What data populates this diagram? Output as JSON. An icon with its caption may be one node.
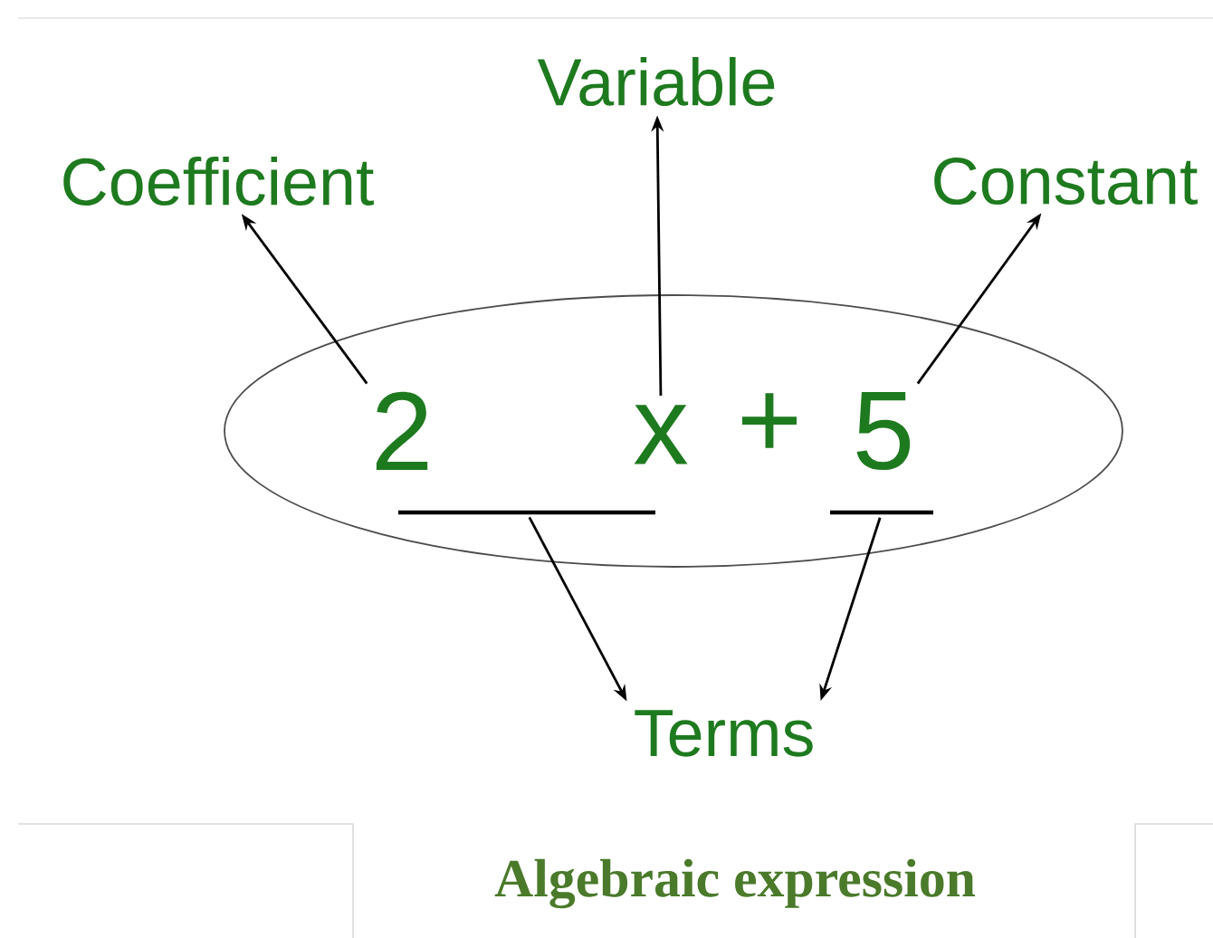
{
  "diagram": {
    "title": "Algebraic expression",
    "nodes": [
      {
        "text": [
          "Variable"
        ]
      },
      {
        "text": [
          "Coefficient"
        ]
      },
      {
        "text": [
          "Constant"
        ]
      },
      {
        "text": [],
        "shape": "ellipse"
      },
      {
        "text": [
          "2"
        ],
        "in": 3
      },
      {
        "text": [
          "x"
        ],
        "in": 3
      },
      {
        "text": [
          "5"
        ],
        "in": 3
      },
      {
        "text": [],
        "shape": "bar",
        "in": 3
      },
      {
        "text": [],
        "shape": "bar",
        "in": 3
      },
      {
        "text": [
          "Terms"
        ]
      }
    ],
    "edges": [
      {
        "from": 4,
        "to": 1,
        "arrow": "to"
      },
      {
        "from": 5,
        "to": 0,
        "arrow": "to"
      },
      {
        "from": 6,
        "to": 2,
        "arrow": "to"
      },
      {
        "from": 7,
        "to": 9,
        "arrow": "to"
      },
      {
        "from": 8,
        "to": 9,
        "arrow": "to"
      }
    ],
    "labels": [
      "+"
    ]
  }
}
